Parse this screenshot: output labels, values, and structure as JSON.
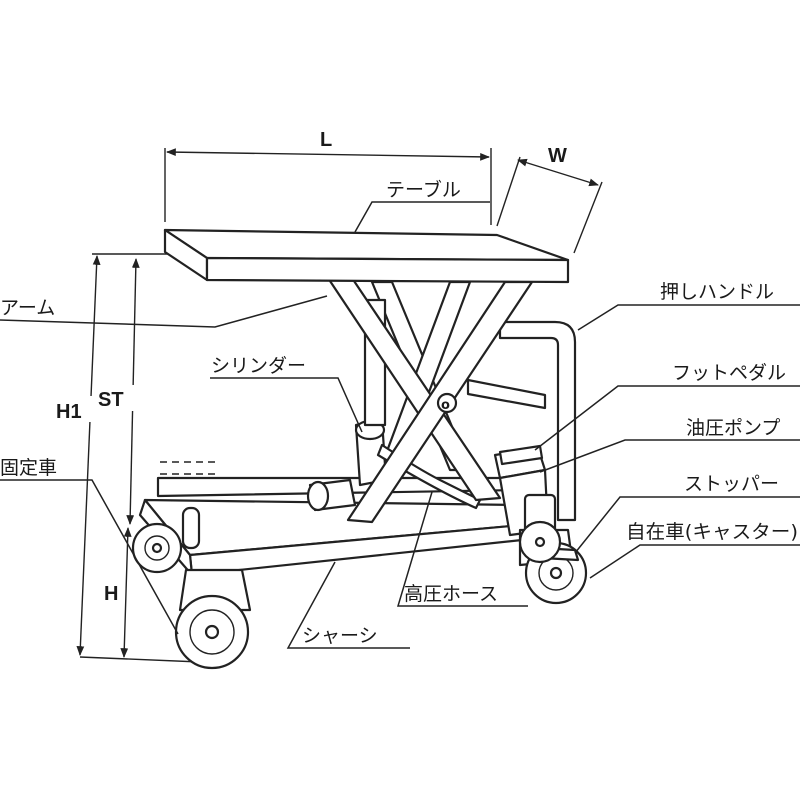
{
  "dimensions": {
    "length": "L",
    "width": "W",
    "h1": "H1",
    "stroke": "ST",
    "height": "H"
  },
  "labels": {
    "table": "テーブル",
    "arm": "アーム",
    "cylinder": "シリンダー",
    "fixed_wheel": "固定車",
    "push_handle": "押しハンドル",
    "foot_pedal": "フットペダル",
    "hydraulic_pump": "油圧ポンプ",
    "stopper": "ストッパー",
    "caster": "自在車(キャスター)",
    "high_pressure_hose": "高圧ホース",
    "chassis": "シャーシ"
  }
}
